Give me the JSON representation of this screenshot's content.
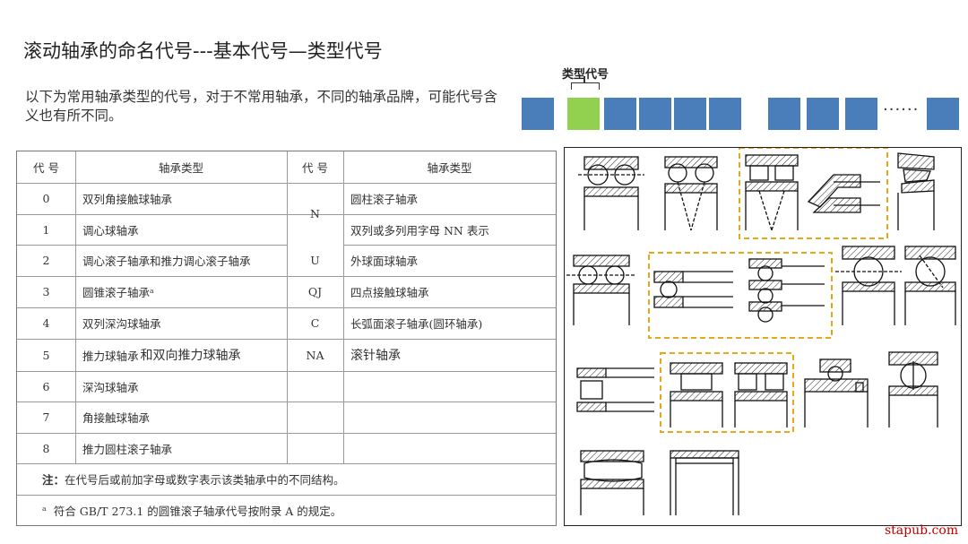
{
  "title": "滚动轴承的命名代号---基本代号—类型代号",
  "description": "以下为常用轴承类型的代号，对于不常用轴承，不同的轴承品牌，可能代号含义也有所不同。",
  "code_label": "类型代号",
  "code_boxes_ellipsis": "······",
  "colors": {
    "box_blue": "#4a7ebb",
    "box_green": "#92d050",
    "highlight_dash": "#e6a817",
    "watermark_red": "#c00000"
  },
  "table": {
    "headers": {
      "code": "代  号",
      "type": "轴承类型"
    },
    "left_rows": [
      {
        "code": "0",
        "type": "双列角接触球轴承"
      },
      {
        "code": "1",
        "type": "调心球轴承"
      },
      {
        "code": "2",
        "type": "调心滚子轴承和推力调心滚子轴承"
      },
      {
        "code": "3",
        "type": "圆锥滚子轴承ᵃ"
      },
      {
        "code": "4",
        "type": "双列深沟球轴承"
      },
      {
        "code": "5",
        "type": "推力球轴承",
        "type_extra": "和双向推力球轴承"
      },
      {
        "code": "6",
        "type": "深沟球轴承"
      },
      {
        "code": "7",
        "type": "角接触球轴承"
      },
      {
        "code": "8",
        "type": "推力圆柱滚子轴承"
      }
    ],
    "right_rows": [
      {
        "code": "N",
        "type": "圆柱滚子轴承"
      },
      {
        "code": "",
        "type": "双列或多列用字母 NN 表示"
      },
      {
        "code": "U",
        "type": "外球面球轴承"
      },
      {
        "code": "QJ",
        "type": "四点接触球轴承"
      },
      {
        "code": "C",
        "type": "长弧面滚子轴承(圆环轴承)"
      },
      {
        "code": "NA",
        "type": "滚针轴承"
      },
      {
        "code": "",
        "type": ""
      },
      {
        "code": "",
        "type": ""
      },
      {
        "code": "",
        "type": ""
      }
    ],
    "note_label": "注：",
    "note": "在代号后或前加字母或数字表示该类轴承中的不同结构。",
    "footnote_mark": "ᵃ",
    "footnote": "符合 GB/T 273.1 的圆锥滚子轴承代号按附录 A 的规定。"
  },
  "watermark": "stapub.com"
}
